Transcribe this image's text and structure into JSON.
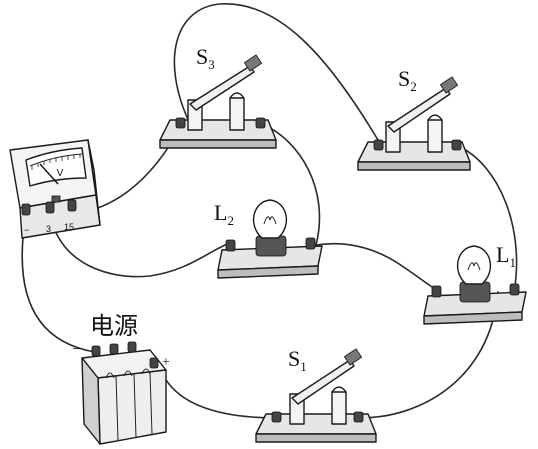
{
  "labels": {
    "s1": {
      "main": "S",
      "sub": "1"
    },
    "s2": {
      "main": "S",
      "sub": "2"
    },
    "s3": {
      "main": "S",
      "sub": "3"
    },
    "l1": {
      "main": "L",
      "sub": "1"
    },
    "l2": {
      "main": "L",
      "sub": "2"
    },
    "power_source": "电源",
    "battery_minus": "−",
    "battery_plus": "+"
  },
  "voltmeter": {
    "unit": "V",
    "terminals": [
      "−",
      "3",
      "15"
    ]
  },
  "colors": {
    "ink": "#1a1a1a",
    "base_fill": "#e6e6e6",
    "base_shade": "#bdbdbd",
    "bulb_glass": "#ffffff",
    "socket": "#555555"
  }
}
